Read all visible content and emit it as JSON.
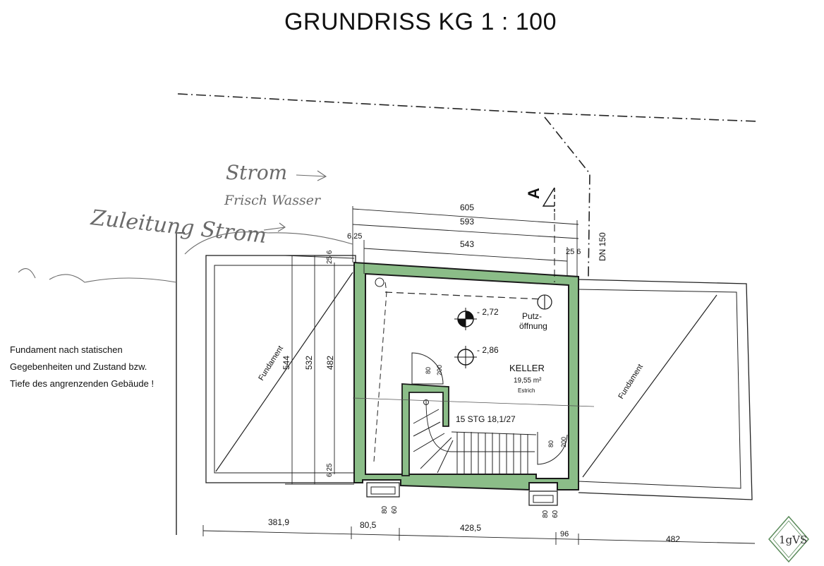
{
  "title": "GRUNDRISS KG 1 : 100",
  "section_marker": "A",
  "pipe_label": "DN 150",
  "handwritten": {
    "line1": "Strom",
    "line2": "Frisch Wasser",
    "line3": "Zuleitung Strom"
  },
  "note": {
    "line1": "Fundament nach statischen",
    "line2": "Gegebenheiten und Zustand bzw.",
    "line3": "Tiefe des angrenzenden Gebäude !"
  },
  "room": {
    "name": "KELLER",
    "area": "19,55 m²",
    "floor": "Estrich",
    "level_1": "- 2,72",
    "level_2": "- 2,86",
    "cleanout_line1": "Putz-",
    "cleanout_line2": "öffnung"
  },
  "stair": {
    "label": "15 STG 18,1/27",
    "door1_w": "80",
    "door1_h": "200",
    "door2_w": "80",
    "door2_h": "200"
  },
  "foundation_left": "Fundament",
  "foundation_right": "Fundament",
  "dims_top": {
    "d605": "605",
    "d593": "593",
    "d543": "543",
    "d625": "6,25",
    "d256": "25 6"
  },
  "dims_left": {
    "d544": "544",
    "d532": "532",
    "d482": "482",
    "d6top": "25 6",
    "d6bot": "6 25"
  },
  "dims_bottom": {
    "d3819": "381,9",
    "d805": "80,5",
    "d4285": "428,5",
    "d96": "96",
    "d482": "482",
    "win1_a": "80",
    "win1_b": "60",
    "win2_a": "80",
    "win2_b": "60"
  },
  "logo_text": "1gVS",
  "colors": {
    "wall": "#5f9a5f",
    "wall_fill": "#8bbd88",
    "line": "#1a1a1a",
    "pencil": "#6b6b6b"
  }
}
